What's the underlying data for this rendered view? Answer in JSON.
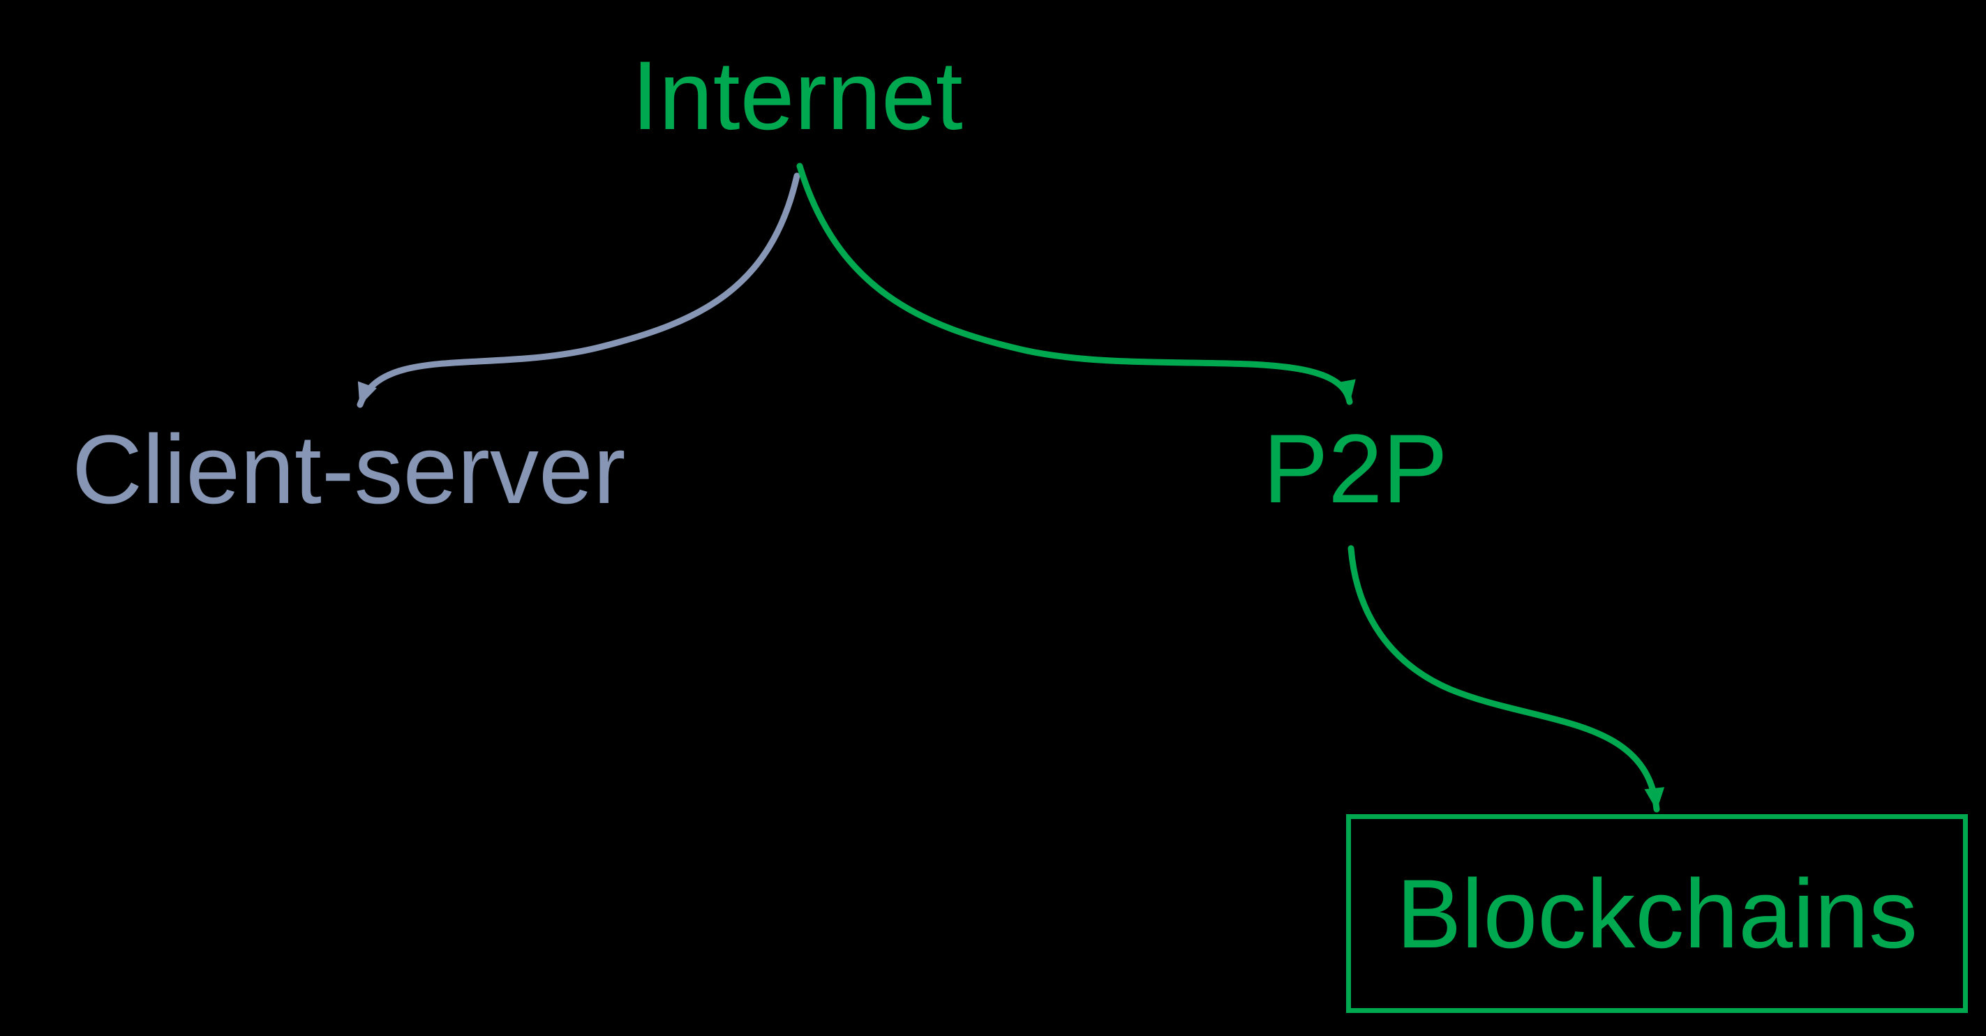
{
  "diagram": {
    "title": "Internet architecture tree",
    "colors": {
      "background": "#000000",
      "green": "#00A84F",
      "slate": "#8696B4"
    },
    "nodes": [
      {
        "id": "internet",
        "label": "Internet",
        "color": "green",
        "boxed": false
      },
      {
        "id": "client-server",
        "label": "Client-server",
        "color": "slate",
        "boxed": false
      },
      {
        "id": "p2p",
        "label": "P2P",
        "color": "green",
        "boxed": false
      },
      {
        "id": "blockchains",
        "label": "Blockchains",
        "color": "green",
        "boxed": true
      }
    ],
    "edges": [
      {
        "from": "internet",
        "to": "client-server",
        "color": "slate",
        "style": "curved-arrow"
      },
      {
        "from": "internet",
        "to": "p2p",
        "color": "green",
        "style": "curved-arrow"
      },
      {
        "from": "p2p",
        "to": "blockchains",
        "color": "green",
        "style": "curved-arrow"
      }
    ]
  }
}
